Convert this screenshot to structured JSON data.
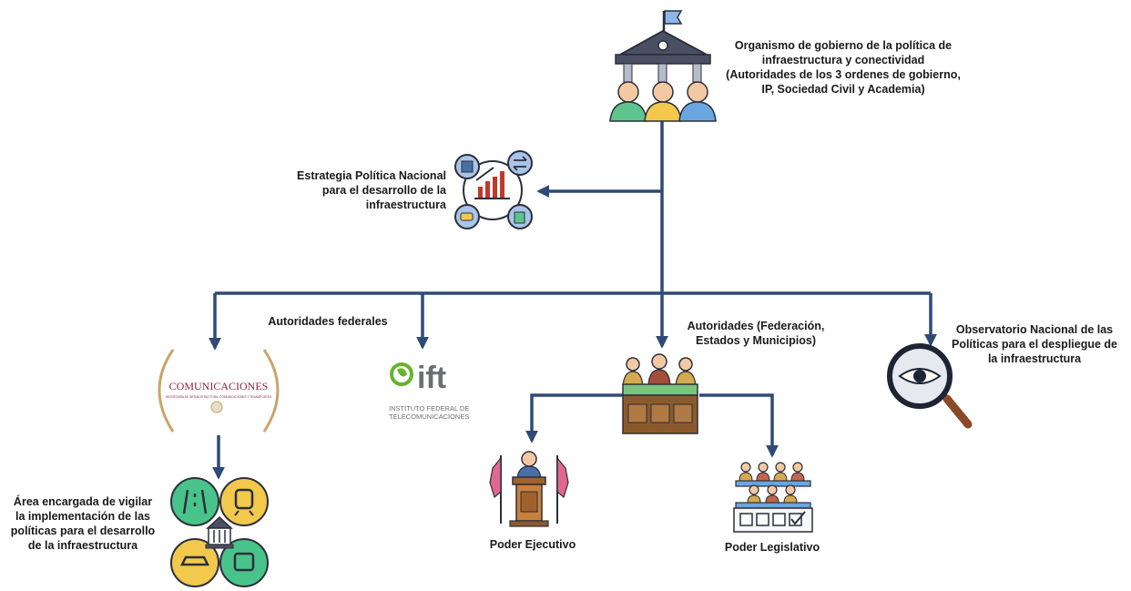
{
  "nodes": {
    "organismo": {
      "label": "Organismo de gobierno de la política de\ninfraestructura y conectividad\n(Autoridades de los 3 ordenes de gobierno,\nIP, Sociedad Civil y Academia)",
      "icon": "government-building-people-icon"
    },
    "estrategia": {
      "label": "Estrategia Política Nacional\npara el desarrollo de la\ninfraestructura",
      "icon": "strategy-cycle-icon"
    },
    "autoridades_federales": {
      "label": "Autoridades federales"
    },
    "comunicaciones": {
      "logo_text": "COMUNICACIONES",
      "logo_subtext": "SECRETARÍA DE INFRAESTRUCTURA, COMUNICACIONES Y TRANSPORTES",
      "icon": "comunicaciones-logo"
    },
    "ift": {
      "logo_text": "ift",
      "logo_subtext_1": "INSTITUTO FEDERAL DE",
      "logo_subtext_2": "TELECOMUNICACIONES",
      "icon": "ift-logo"
    },
    "autoridades_fem": {
      "label": "Autoridades (Federación,\nEstados y Municipios)",
      "icon": "authorities-panel-icon"
    },
    "observatorio": {
      "label": "Observatorio Nacional de las\nPolíticas para el despliegue de\nla infraestructura",
      "icon": "magnifier-eye-icon"
    },
    "area": {
      "label": "Área encargada de vigilar\nla implementación de las\npolíticas para el desarrollo\nde la infraestructura",
      "icon": "transport-sectors-icon"
    },
    "ejecutivo": {
      "label": "Poder Ejecutivo",
      "icon": "podium-speaker-icon"
    },
    "legislativo": {
      "label": "Poder Legislativo",
      "icon": "congress-voting-icon"
    }
  },
  "colors": {
    "connector": "#2e4a77",
    "building_roof": "#4b4f63",
    "building_column": "#b8bcc8",
    "person_green": "#5ec48e",
    "person_yellow": "#f2c94c",
    "person_blue": "#6aa6e0",
    "skin": "#f3c9a3",
    "bar_red": "#c0392b",
    "icon_blue": "#a9c4ea",
    "magnifier_ring": "#1e2433",
    "handle_brown": "#8a4a26",
    "desk_brown": "#8b5a2b",
    "yellow_circle": "#f2c94c",
    "green_circle": "#48c48a",
    "logo_maroon": "#8a2340",
    "logo_gold": "#c8a46a",
    "ift_green": "#66b32e",
    "ift_gray": "#6d6e71",
    "flag_pink": "#e0688f"
  }
}
